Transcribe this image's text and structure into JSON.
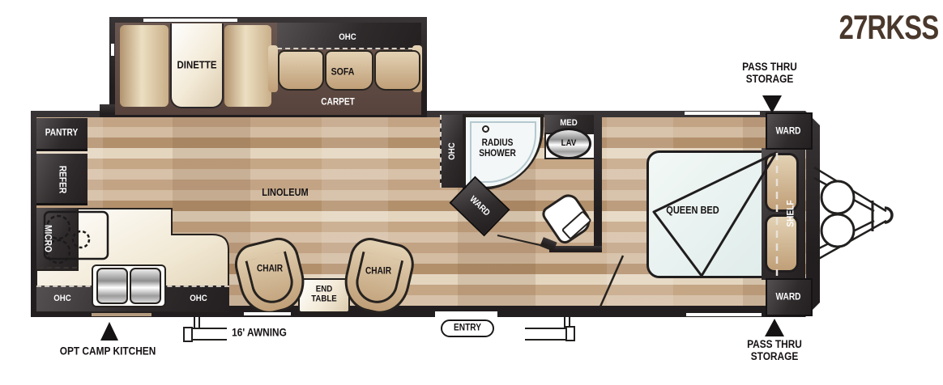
{
  "title": "27RKSS",
  "exterior": {
    "pass_thru_top": "PASS THRU STORAGE",
    "pass_thru_bottom": "PASS THRU STORAGE",
    "opt_camp_kitchen": "OPT CAMP KITCHEN",
    "awning": "16' AWNING",
    "entry": "ENTRY"
  },
  "slide_out": {
    "dinette": "DINETTE",
    "ohc": "OHC",
    "sofa": "SOFA",
    "carpet": "CARPET"
  },
  "kitchen": {
    "pantry": "PANTRY",
    "refer": "REFER",
    "micro": "MICRO",
    "ohc_left": "OHC",
    "ohc_right": "OHC"
  },
  "living": {
    "linoleum": "LINOLEUM",
    "chair_left": "CHAIR",
    "chair_right": "CHAIR",
    "end_table": "END TABLE"
  },
  "bathroom": {
    "ohc": "OHC",
    "radius_shower": "RADIUS SHOWER",
    "med": "MED",
    "lav": "LAV",
    "ward": "WARD"
  },
  "bedroom": {
    "queen_bed": "QUEEN BED",
    "shelf": "SHELF",
    "ward_top": "WARD",
    "ward_bottom": "WARD"
  },
  "colors": {
    "wall": "#262223",
    "floor_wood": "#cdb294",
    "carpet": "#5d4a43",
    "furniture_tan": "#d5bd9b",
    "bed": "#e8f1ef",
    "title_brown": "#4a382c",
    "shower_trim": "#b5c9cf"
  }
}
